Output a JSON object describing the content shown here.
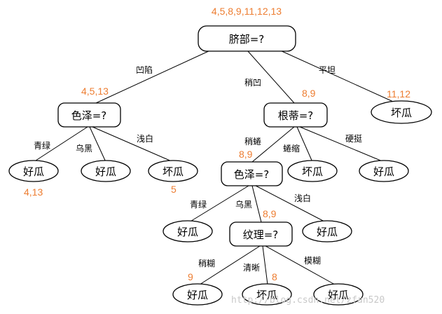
{
  "tree": {
    "root": {
      "label": "脐部=?",
      "samples": "4,5,8,9,11,12,13"
    },
    "nodes": {
      "color1": {
        "label": "色泽=?",
        "samples": "4,5,13"
      },
      "root_stem": {
        "label": "根蒂=?",
        "samples": "8,9"
      },
      "leaf_bad_flat": {
        "label": "坏瓜",
        "samples": "11,12"
      },
      "leaf_good_qinglv1": {
        "label": "好瓜",
        "samples": "4,13"
      },
      "leaf_good_wuhei1": {
        "label": "好瓜"
      },
      "leaf_bad_qianbai1": {
        "label": "坏瓜",
        "samples": "5"
      },
      "color2": {
        "label": "色泽=?",
        "samples": "8,9"
      },
      "leaf_bad_quansuo": {
        "label": "坏瓜"
      },
      "leaf_good_yingting": {
        "label": "好瓜"
      },
      "leaf_good_qinglv2": {
        "label": "好瓜"
      },
      "texture": {
        "label": "纹理=?",
        "samples": "8,9"
      },
      "leaf_good_qianbai2": {
        "label": "好瓜"
      },
      "leaf_good_shaohu": {
        "label": "好瓜",
        "samples": "9"
      },
      "leaf_bad_qingxi": {
        "label": "坏瓜",
        "samples": "8"
      },
      "leaf_good_mohu": {
        "label": "好瓜"
      }
    },
    "edges": {
      "aoxian": "凹陷",
      "shaoao": "稍凹",
      "pingtan": "平坦",
      "qinglv1": "青绿",
      "wuhei1": "乌黑",
      "qianbai1": "浅白",
      "shaoquan": "稍蜷",
      "quansuo": "蜷缩",
      "yingting": "硬挺",
      "qinglv2": "青绿",
      "wuhei2": "乌黑",
      "qianbai2": "浅白",
      "shaohu": "稍糊",
      "qingxi": "清晰",
      "mohu": "模糊"
    }
  },
  "watermark": "http://blog.csdn.net/zfan520",
  "colors": {
    "sample_label": "#ed7d31",
    "line": "#000000",
    "watermark": "#c8c8c8"
  }
}
